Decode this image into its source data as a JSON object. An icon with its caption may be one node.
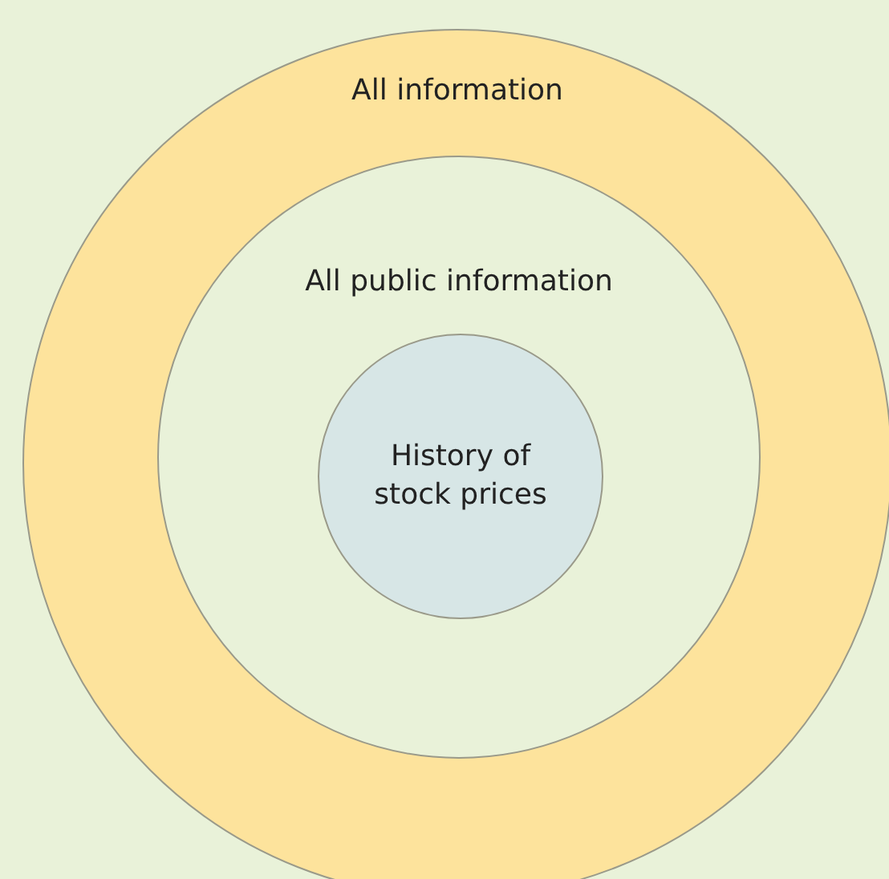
{
  "diagram": {
    "nodes": [
      {
        "text": [
          "All information"
        ]
      },
      {
        "text": [
          "All public information"
        ],
        "in": 0
      },
      {
        "text": [
          "History of stock prices"
        ],
        "in": 1
      }
    ]
  }
}
